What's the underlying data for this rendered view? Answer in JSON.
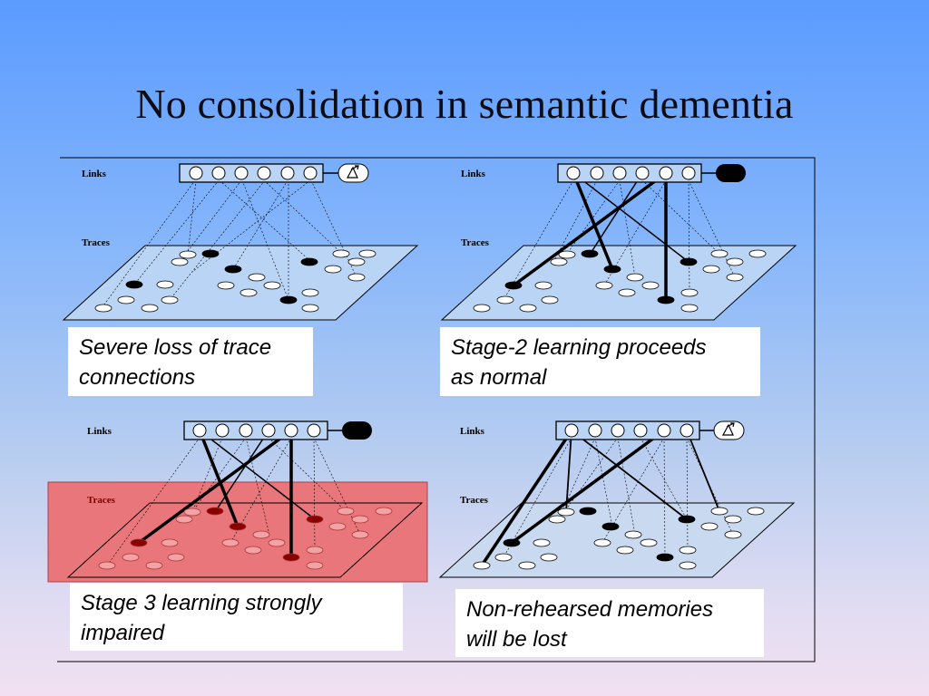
{
  "title": "No consolidation in semantic dementia",
  "labels": {
    "links": "Links",
    "traces": "Traces"
  },
  "panels": [
    {
      "id": "tl",
      "caption": "Severe loss of trace connections",
      "caption_l1": "Severe loss of trace",
      "caption_l2": "connections",
      "link_state": "delta",
      "highlight": false
    },
    {
      "id": "tr",
      "caption": "Stage-2 learning proceeds as normal",
      "caption_l1": "Stage-2 learning proceeds",
      "caption_l2": "as normal",
      "link_state": "filled",
      "highlight": false
    },
    {
      "id": "bl",
      "caption": "Stage 3 learning strongly impaired",
      "caption_l1": "Stage 3 learning strongly",
      "caption_l2": "impaired",
      "link_state": "filled",
      "highlight": true
    },
    {
      "id": "br",
      "caption": "Non-rehearsed memories will be lost",
      "caption_l1": "Non-rehearsed memories",
      "caption_l2": "will be lost",
      "link_state": "delta",
      "highlight": false
    }
  ],
  "colors": {
    "highlight_fill": "#e8767a",
    "plane_fill": "#bad4f5",
    "node_dark": "#000000",
    "node_light": "#ffffff",
    "node_pink": "#f2a3a6",
    "node_dark_red": "#8a0000"
  }
}
